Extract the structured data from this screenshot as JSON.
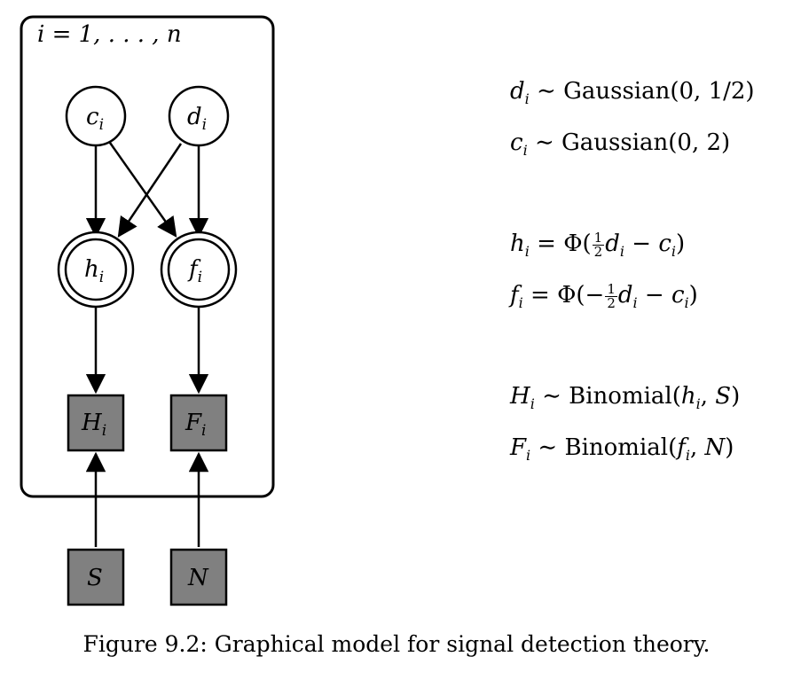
{
  "plate": {
    "label": "i = 1, . . . , n"
  },
  "nodes": {
    "c": {
      "label": "c",
      "sub": "i"
    },
    "d": {
      "label": "d",
      "sub": "i"
    },
    "h": {
      "label": "h",
      "sub": "i"
    },
    "f": {
      "label": "f",
      "sub": "i"
    },
    "H": {
      "label": "H",
      "sub": "i"
    },
    "F": {
      "label": "F",
      "sub": "i"
    },
    "S": {
      "label": "S"
    },
    "N": {
      "label": "N"
    }
  },
  "equations": {
    "d_dist": "d_i ~ Gaussian(0, 1/2)",
    "c_dist": "c_i ~ Gaussian(0, 2)",
    "h_def": "h_i = Φ(½d_i − c_i)",
    "f_def": "f_i = Φ(−½d_i − c_i)",
    "H_dist": "H_i ~ Binomial(h_i, S)",
    "F_dist": "F_i ~ Binomial(f_i, N)"
  },
  "caption": "Figure 9.2: Graphical model for signal detection theory.",
  "colors": {
    "observed_fill": "#808080",
    "stroke": "#000000"
  }
}
